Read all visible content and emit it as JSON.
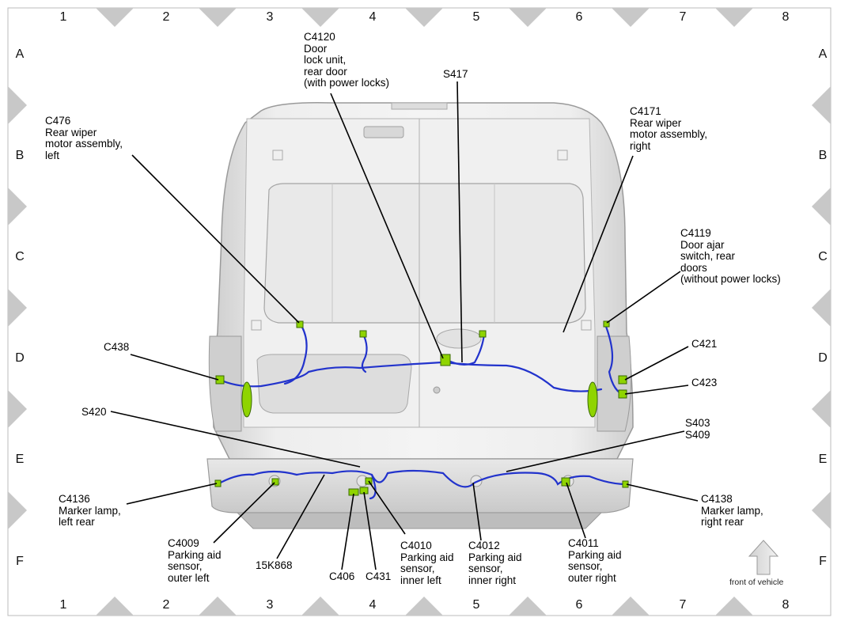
{
  "grid": {
    "columns": [
      "1",
      "2",
      "3",
      "4",
      "5",
      "6",
      "7",
      "8"
    ],
    "rows": [
      "A",
      "B",
      "C",
      "D",
      "E",
      "F"
    ]
  },
  "callouts": {
    "c4120": {
      "lines": [
        "C4120",
        "Door",
        "lock unit,",
        "rear door",
        "(with power locks)"
      ]
    },
    "s417": {
      "lines": [
        "S417"
      ]
    },
    "c476": {
      "lines": [
        "C476",
        "Rear wiper",
        "motor assembly,",
        "left"
      ]
    },
    "c4171": {
      "lines": [
        "C4171",
        "Rear wiper",
        "motor assembly,",
        "right"
      ]
    },
    "c4119": {
      "lines": [
        "C4119",
        "Door ajar",
        "switch, rear",
        "doors",
        "(without power locks)"
      ]
    },
    "c438": {
      "lines": [
        "C438"
      ]
    },
    "c421": {
      "lines": [
        "C421"
      ]
    },
    "c423": {
      "lines": [
        "C423"
      ]
    },
    "s420": {
      "lines": [
        "S420"
      ]
    },
    "s403_s409": {
      "lines": [
        "S403",
        "S409"
      ]
    },
    "c4136": {
      "lines": [
        "C4136",
        "Marker lamp,",
        "left rear"
      ]
    },
    "c4138": {
      "lines": [
        "C4138",
        "Marker lamp,",
        "right rear"
      ]
    },
    "c4009": {
      "lines": [
        "C4009",
        "Parking aid",
        "sensor,",
        "outer left"
      ]
    },
    "k15_868": {
      "lines": [
        "15K868"
      ]
    },
    "c406": {
      "lines": [
        "C406"
      ]
    },
    "c431": {
      "lines": [
        "C431"
      ]
    },
    "c4010": {
      "lines": [
        "C4010",
        "Parking aid",
        "sensor,",
        "inner left"
      ]
    },
    "c4012": {
      "lines": [
        "C4012",
        "Parking aid",
        "sensor,",
        "inner right"
      ]
    },
    "c4011": {
      "lines": [
        "C4011",
        "Parking aid",
        "sensor,",
        "outer right"
      ]
    }
  },
  "front_indicator": {
    "label": "front of vehicle",
    "icon": "up-arrow-icon"
  },
  "colors": {
    "harness": "#2233cc",
    "connector": "#8fd400",
    "body": "#e6e6e6",
    "frame_triangle": "#c8c8c8"
  }
}
